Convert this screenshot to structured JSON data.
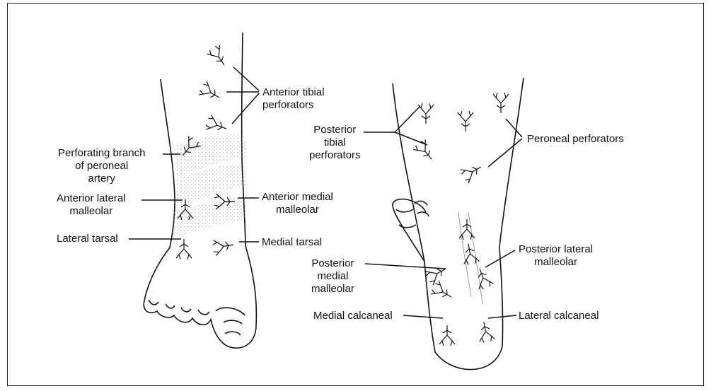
{
  "labels": {
    "anterior_tibial": [
      "Anterior tibial",
      "perforators"
    ],
    "perforating_branch": [
      "Perforating branch",
      "of peroneal",
      "artery"
    ],
    "anterior_lateral_malleolar": [
      "Anterior lateral",
      "malleolar"
    ],
    "anterior_medial_malleolar": [
      "Anterior medial",
      "malleolar"
    ],
    "lateral_tarsal": "Lateral tarsal",
    "medial_tarsal": "Medial tarsal",
    "posterior_tibial": [
      "Posterior",
      "tibial",
      "perforators"
    ],
    "peroneal_perforators": "Peroneal perforators",
    "posterior_lateral_malleolar": [
      "Posterior lateral",
      "malleolar"
    ],
    "posterior_medial_malleolar": [
      "Posterior",
      "medial",
      "malleolar"
    ],
    "medial_calcaneal": "Medial calcaneal",
    "lateral_calcaneal": "Lateral calcaneal"
  },
  "colors": {
    "ink": "#111111",
    "shading": "#bdbdbd"
  }
}
